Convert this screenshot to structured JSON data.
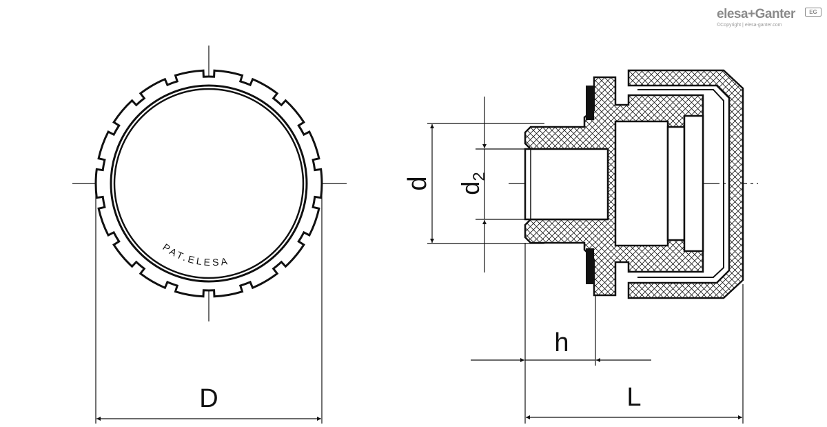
{
  "brand": {
    "name": "elesa+Ganter",
    "badge": "EG",
    "copyright": "©Copyright | elesa-ganter.com"
  },
  "front_view": {
    "engraving": "PAT.ELESA",
    "dimension_D": "D"
  },
  "side_view": {
    "dimension_d": "d",
    "dimension_d2_main": "d",
    "dimension_d2_sub": "2",
    "dimension_h": "h",
    "dimension_L": "L"
  },
  "colors": {
    "line": "#111111",
    "hatch": "#222222",
    "brand": "#8a8a8a"
  }
}
